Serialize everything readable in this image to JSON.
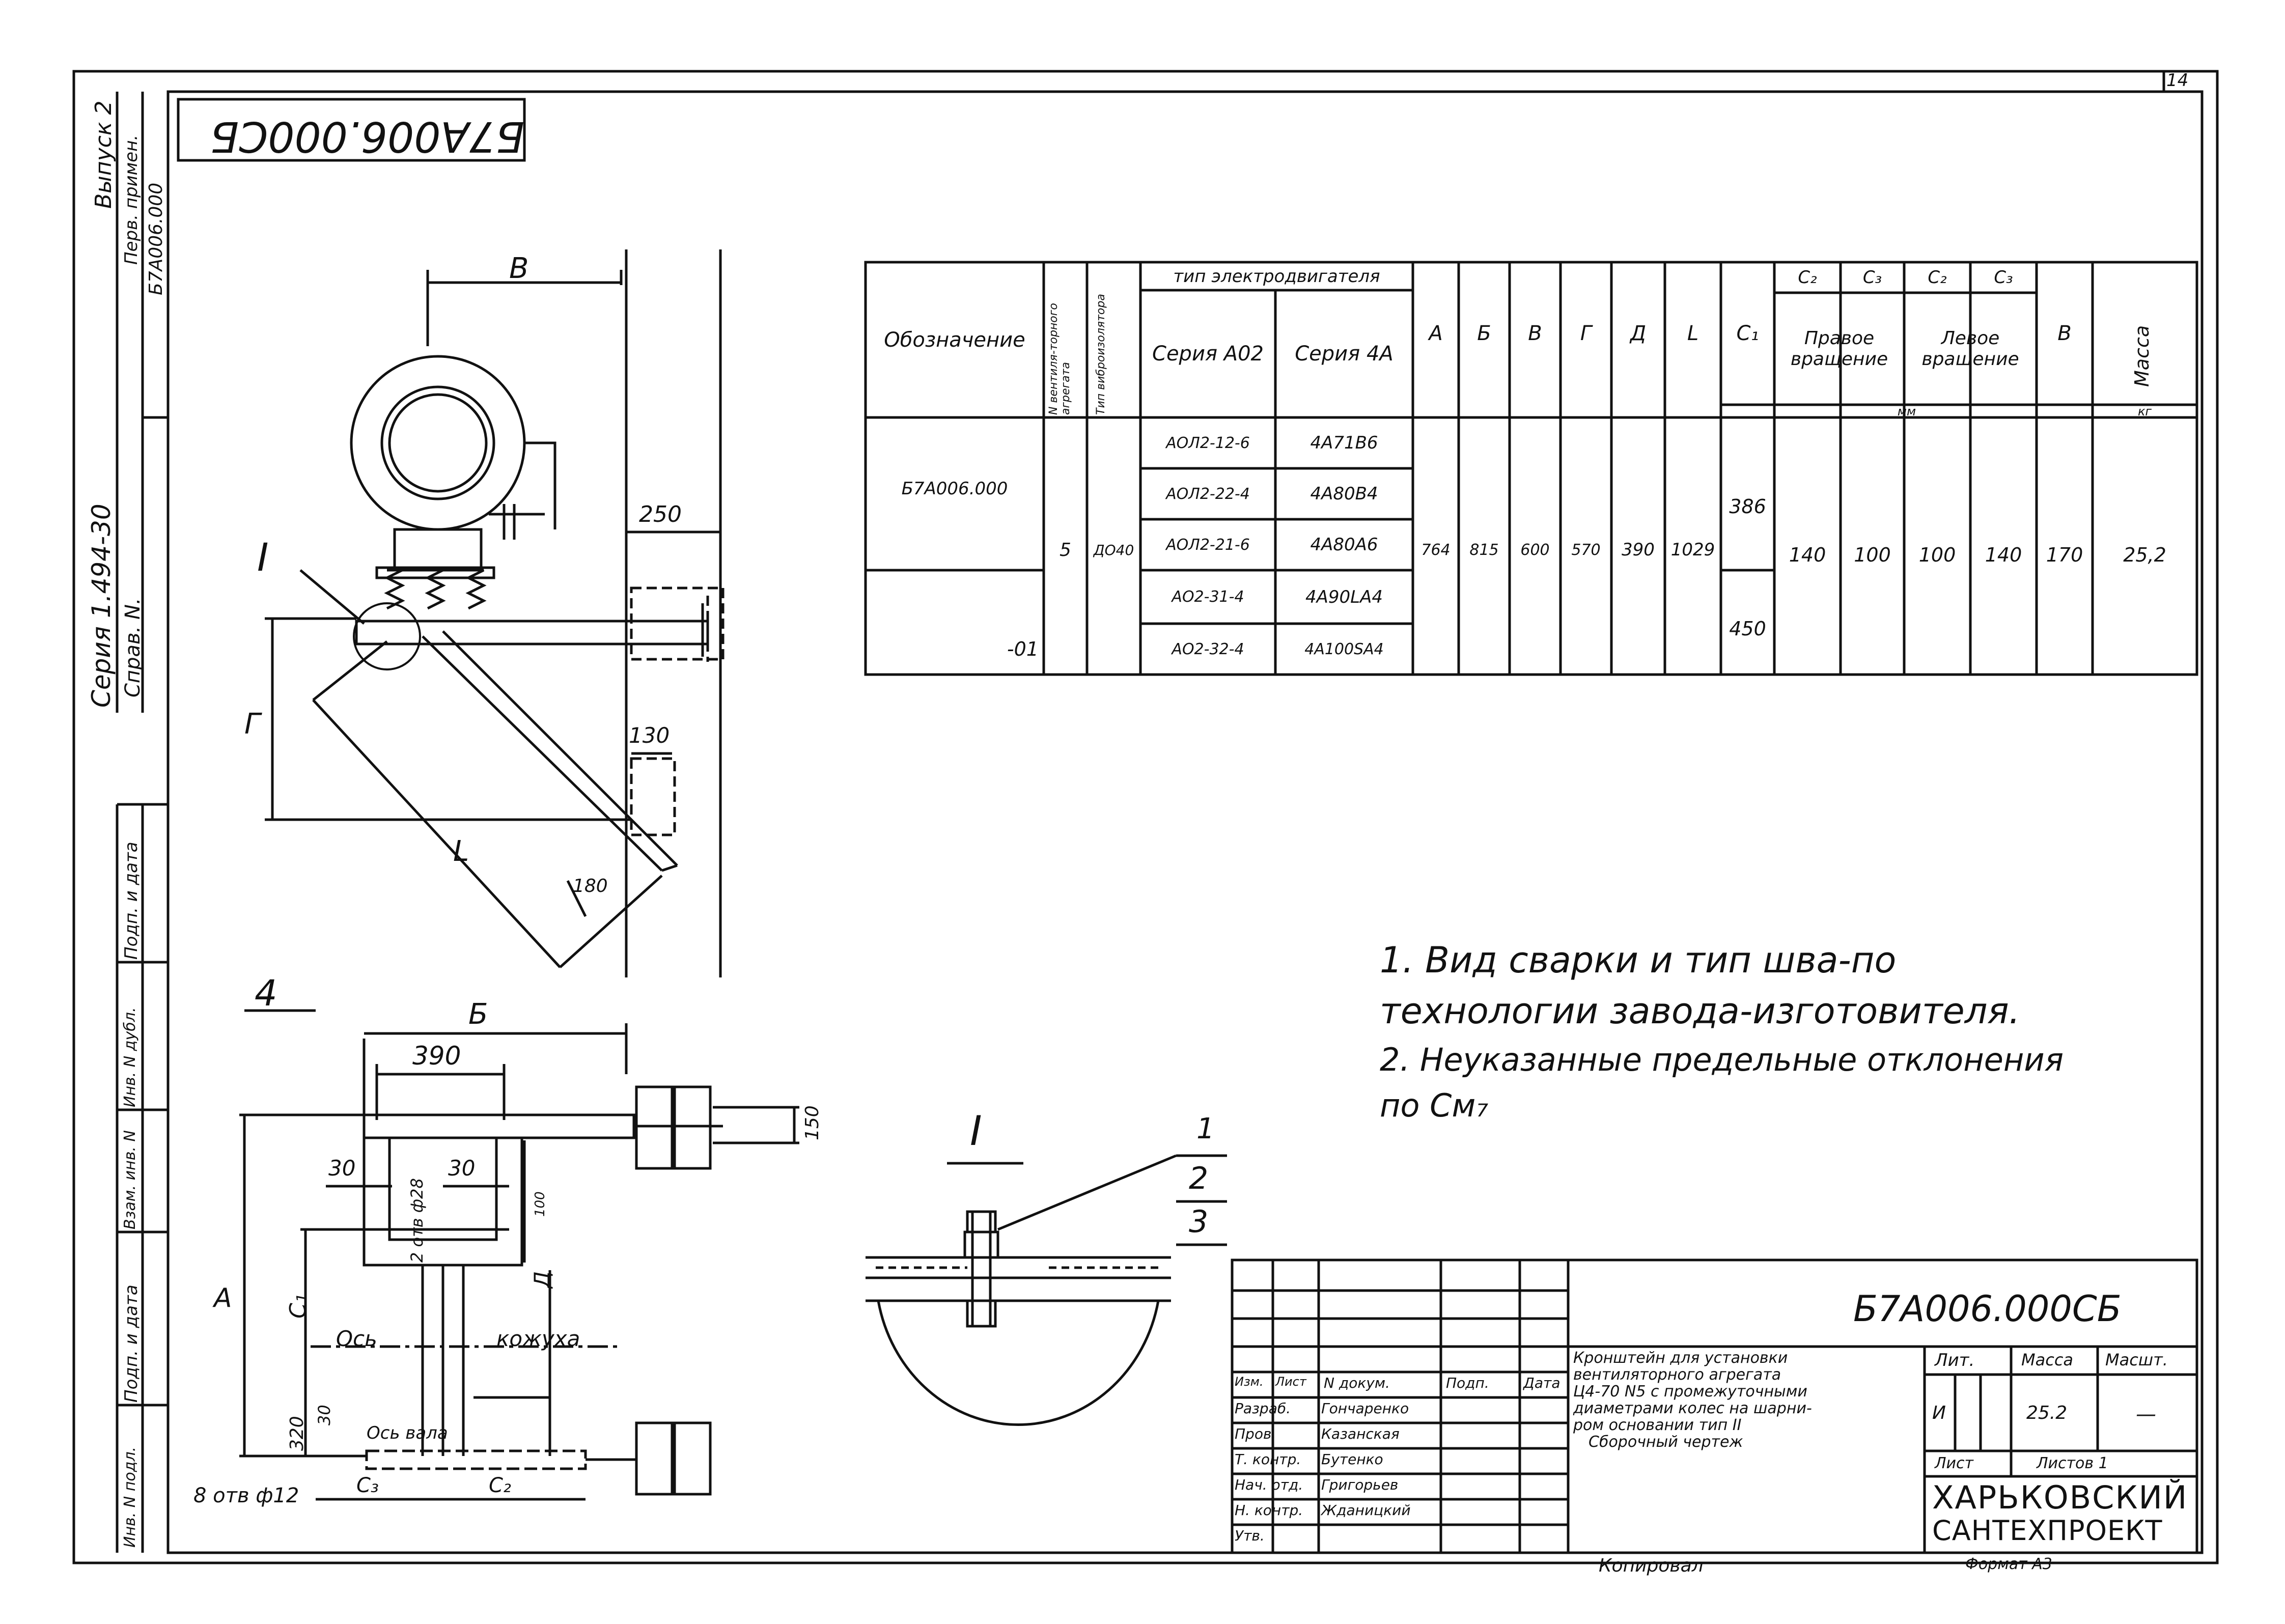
{
  "sheet_number": "14",
  "stamp_code_rotated": "Б7А006.000СБ",
  "side_strip": {
    "series": "Серия 1.494-30",
    "issue": "Выпуск 2",
    "perv_primen_label": "Перв. примен.",
    "perv_primen_value": "Б7А006.000",
    "sprav_label": "Справ. N.",
    "cells": [
      "Подп. и дата",
      "Инв. N дубл.",
      "Взам. инв. N",
      "Подп. и дата",
      "Инв. N подл."
    ]
  },
  "spec_table": {
    "headers": {
      "designation": "Обозначение",
      "fan_no": "N вентиля-торного агрегата",
      "vibro": "Тип виброизолятора",
      "motor_type": "тип электродвигателя",
      "series_a02": "Серия А02",
      "series_4a": "Серия 4А",
      "a": "А",
      "b": "Б",
      "v": "В",
      "g": "Г",
      "d": "Д",
      "l": "L",
      "c1": "С₁",
      "c2": "С₂",
      "c3": "С₃",
      "right_rot": "Правое вращение",
      "left_rot": "Левое вращение",
      "v2": "В",
      "mass": "Масса",
      "unit_mm": "мм",
      "unit_kg": "кг"
    },
    "row_main": "Б7А006.000",
    "row_01": "-01",
    "fan_no": "5",
    "vibro": "ДО40",
    "motors_a02": [
      "АОЛ2-12-6",
      "АОЛ2-22-4",
      "АОЛ2-21-6",
      "АО2-31-4",
      "АО2-32-4"
    ],
    "motors_4a": [
      "4А71В6",
      "4А80В4",
      "4А80А6",
      "4А90LA4",
      "4А100SA4"
    ],
    "a": "764",
    "b": "815",
    "v": "600",
    "g": "570",
    "d": "390",
    "l": "1029",
    "c1_top": "386",
    "c1_bottom": "450",
    "c2_right": "140",
    "c3_right": "100",
    "c2_left": "100",
    "c3_left": "140",
    "v2": "170",
    "mass": "25,2"
  },
  "notes": [
    "1. Вид сварки и тип шва-по",
    "технологии завода-изготовителя.",
    "2. Неуказанные предельные отклонения",
    "по См₇"
  ],
  "drawing_labels": {
    "dim_v": "В",
    "dim_250": "250",
    "dim_g": "Г",
    "dim_130": "130",
    "dim_l": "L",
    "dim_180": "180",
    "view_label": "I",
    "view_4": "4",
    "dim_b": "Б",
    "dim_390": "390",
    "dim_30a": "30",
    "dim_30b": "30",
    "dim_150": "150",
    "dim_a": "А",
    "dim_c1": "С₁",
    "dim_d": "Д",
    "dim_320": "320",
    "dim_30c": "30",
    "dim_100": "100",
    "holes": "2 отв ф28",
    "label_os": "Ось",
    "label_kozhukha": "кожуха",
    "label_os_vala": "Ось вала",
    "dim_c3": "С₃",
    "dim_c2": "С₂",
    "bottom_label": "8 отв ф12",
    "detail_label": "I",
    "callout_1": "1",
    "callout_2": "2",
    "callout_3": "3"
  },
  "title_block": {
    "code": "Б7А006.000СБ",
    "name_lines": [
      "Кронштейн для установки",
      "вентиляторного агрегата",
      "Ц4-70 N5 с промежуточными",
      "диаметрами колес на шарни-",
      "ром основании тип II",
      "Сборочный чертеж"
    ],
    "col_headers": [
      "Изм.",
      "Лист",
      "N докум.",
      "Подп.",
      "Дата"
    ],
    "roles": [
      "Разраб.",
      "Пров.",
      "Т. контр.",
      "Нач. отд.",
      "Н. контр.",
      "Утв."
    ],
    "people": [
      "Гончаренко",
      "Казанская",
      "Бутенко",
      "Григорьев",
      "Жданицкий",
      ""
    ],
    "lit_label": "Лит.",
    "mass_label": "Масса",
    "scale_label": "Масшт.",
    "lit_value": "И",
    "mass_value": "25.2",
    "scale_value": "—",
    "sheet_label": "Лист",
    "sheets_label": "Листов 1",
    "org_line1": "ХАРЬКОВСКИЙ",
    "org_line2": "САНТЕХПРОЕКТ",
    "copied_by": "Копировал",
    "format": "Формат А3"
  }
}
